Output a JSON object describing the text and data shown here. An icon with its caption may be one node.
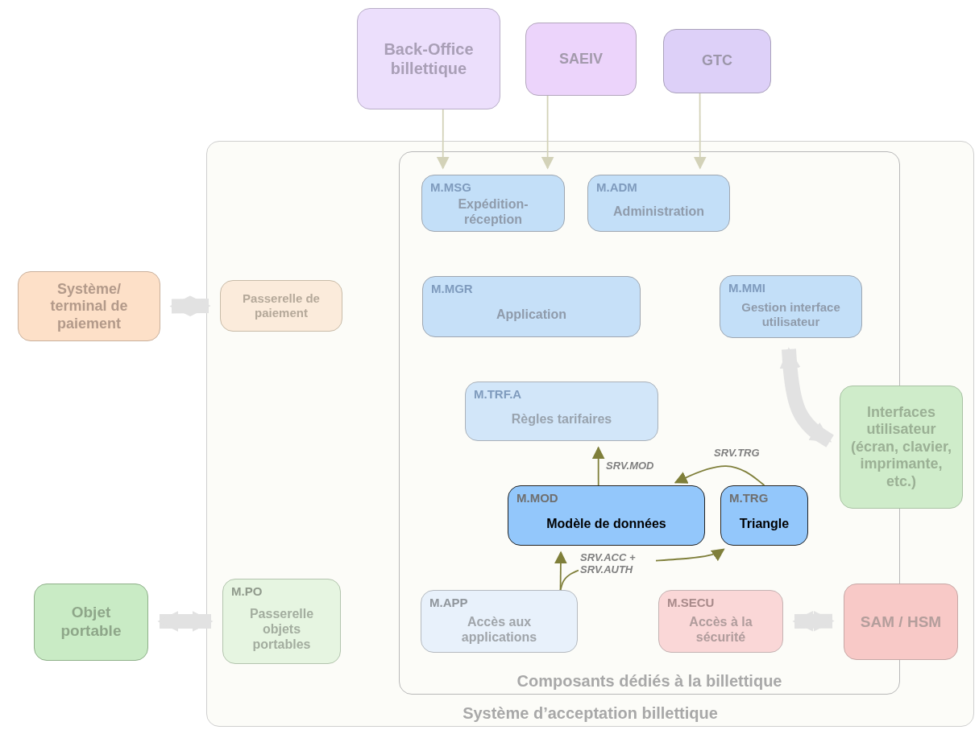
{
  "diagram": {
    "nodes": [
      {
        "text": [
          "Système d’acceptation billettique"
        ]
      },
      {
        "text": [
          "Composants dédiés à la billettique"
        ],
        "in": 0
      },
      {
        "text": [
          "Back-Office billettique"
        ]
      },
      {
        "text": [
          "SAEIV"
        ]
      },
      {
        "text": [
          "GTC"
        ]
      },
      {
        "text": [
          "M.MSG",
          "Expédition-réception"
        ],
        "in": 1
      },
      {
        "text": [
          "M.ADM",
          "Administration"
        ],
        "in": 1
      },
      {
        "text": [
          "M.MGR",
          "Application"
        ],
        "in": 1
      },
      {
        "text": [
          "M.MMI",
          "Gestion interface utilisateur"
        ],
        "in": 1
      },
      {
        "text": [
          "M.TRF.A",
          "Règles tarifaires"
        ],
        "in": 1
      },
      {
        "text": [
          "M.MOD",
          "Modèle de données"
        ],
        "in": 1
      },
      {
        "text": [
          "M.TRG",
          "Triangle"
        ],
        "in": 1
      },
      {
        "text": [
          "M.APP",
          "Accès aux applications"
        ],
        "in": 1
      },
      {
        "text": [
          "M.SECU",
          "Accès à la sécurité"
        ],
        "in": 1
      },
      {
        "text": [
          "Système/ terminal de paiement"
        ]
      },
      {
        "text": [
          "Passerelle de paiement"
        ],
        "in": 0
      },
      {
        "text": [
          "Interfaces utilisateur (écran, clavier, imprimante, etc.)"
        ],
        "in": 0
      },
      {
        "text": [
          "Objet portable"
        ]
      },
      {
        "text": [
          "M.PO",
          "Passerelle objets portables"
        ],
        "in": 0
      },
      {
        "text": [
          "SAM / HSM"
        ],
        "in": 0
      }
    ],
    "edges": [
      {
        "from": 2,
        "to": 5,
        "arrow": "to",
        "color": "#d3d2b8"
      },
      {
        "from": 3,
        "to": 5,
        "arrow": "to",
        "color": "#d3d2b8"
      },
      {
        "from": 4,
        "to": 6,
        "arrow": "to",
        "color": "#d3d2b8"
      },
      {
        "from": 10,
        "to": 9,
        "arrow": "to",
        "label": "SRV.MOD"
      },
      {
        "from": 11,
        "to": 10,
        "arrow": "to",
        "label": "SRV.TRG"
      },
      {
        "from": 12,
        "to": 10,
        "arrow": "to"
      },
      {
        "from": 12,
        "to": 11,
        "arrow": "to",
        "label": "SRV.ACC + SRV.AUTH"
      },
      {
        "from": 14,
        "to": 15,
        "arrow": "both",
        "style": "thick",
        "color": "#e2e2e2"
      },
      {
        "from": 8,
        "to": 16,
        "arrow": "both",
        "style": "thick",
        "color": "#e2e2e2"
      },
      {
        "from": 17,
        "to": 18,
        "arrow": "both",
        "style": "thick",
        "color": "#e2e2e2"
      },
      {
        "from": 13,
        "to": 19,
        "arrow": "both",
        "style": "thick",
        "color": "#e2e2e2"
      }
    ]
  }
}
